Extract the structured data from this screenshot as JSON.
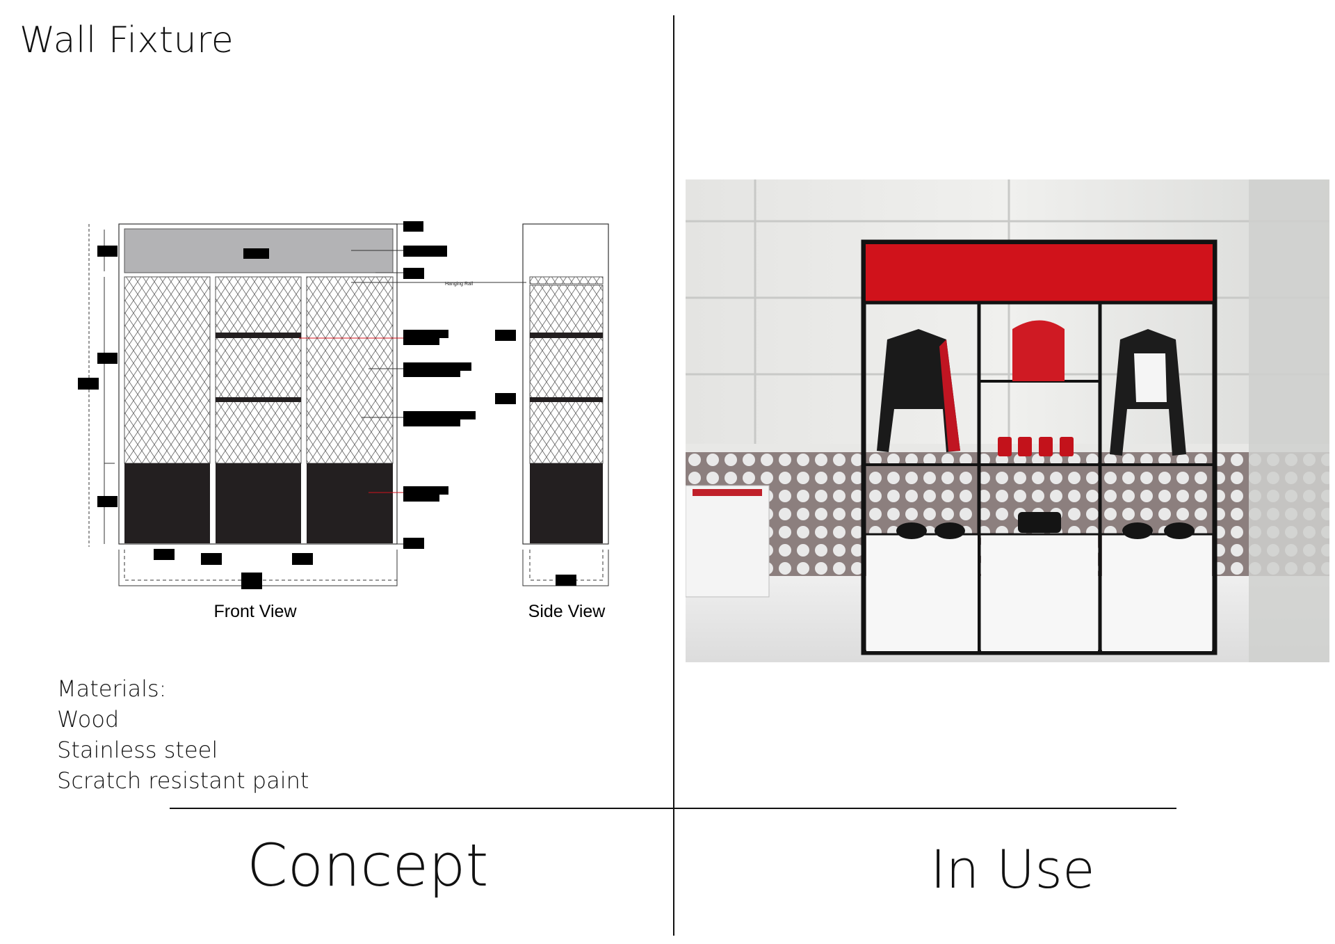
{
  "title": "Wall Fixture",
  "sections": {
    "left": "Concept",
    "right": "In Use"
  },
  "drawing": {
    "front_view_label": "Front View",
    "side_view_label": "Side View",
    "callout_hanging_rail": "Hanging Rail"
  },
  "materials": {
    "heading": "Materials:",
    "items": [
      "Wood",
      "Stainless steel",
      "Scratch resistant paint"
    ]
  },
  "colors": {
    "header_gray": "#b3b3b5",
    "base_dark": "#231f20",
    "fixture_red": "#d0121b",
    "frame_black": "#121212"
  }
}
